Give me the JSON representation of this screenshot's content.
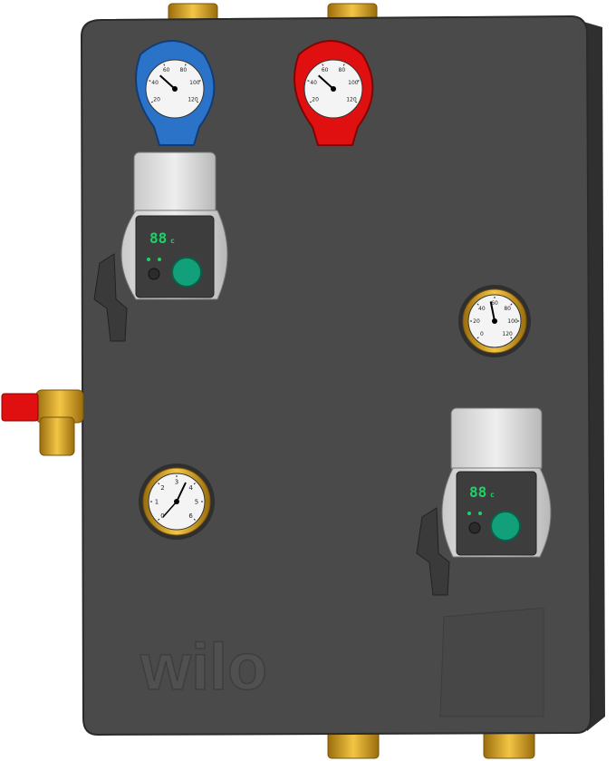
{
  "unit": {
    "body_color": "#4a4a4a",
    "body_edge_color": "#2f2f2f",
    "brass_color": "#d8a21a",
    "supply_color": "#e01010",
    "return_color": "#2a73c9",
    "pump_lcd_color": "#1fd16a",
    "pump_knob_color": "#11a07a"
  },
  "gauges": {
    "return_thermometer": {
      "icon": "thermometer-gauge-icon",
      "marks": [
        "20",
        "40",
        "60",
        "80",
        "100",
        "120"
      ],
      "reading_c": 50
    },
    "supply_thermometer": {
      "icon": "thermometer-gauge-icon",
      "marks": [
        "20",
        "40",
        "60",
        "80",
        "100",
        "120"
      ],
      "reading_c": 50
    },
    "mid_thermometer": {
      "icon": "thermometer-gauge-icon",
      "marks": [
        "0",
        "20",
        "40",
        "60",
        "80",
        "100",
        "120"
      ],
      "reading_c": 55
    },
    "pressure_gauge": {
      "icon": "pressure-gauge-icon",
      "marks": [
        "0",
        "1",
        "2",
        "3",
        "4",
        "5",
        "6"
      ]
    }
  },
  "pumps": {
    "upper": {
      "display": "88",
      "unit": "c"
    },
    "lower": {
      "display": "88",
      "unit": "c"
    }
  },
  "brand": {
    "text": "wilo"
  }
}
